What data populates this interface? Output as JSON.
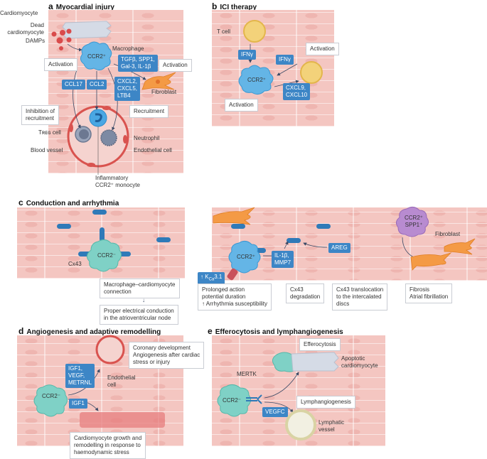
{
  "colors": {
    "tissue": "#f4c6c1",
    "tag_blue": "#3d86c6",
    "macrophage_ccr2_pos": "#64b5e6",
    "macrophage_ccr2_neg": "#7fd1c6",
    "spp1_macrophage": "#b88bd0",
    "fibroblast": "#f49a45",
    "t_cell": "#f3d27a",
    "vessel": "#d9534f",
    "lymphatic": "#d9d3a4",
    "connexin": "#2f7ab8"
  },
  "panels": {
    "a": {
      "letter": "a",
      "title": "Myocardial injury",
      "labels": {
        "cardiomyocyte": "Cardiomyocyte",
        "dead_cardiomyocyte": "Dead\ncardiomyocyte",
        "damps": "DAMPs",
        "macrophage": "Macrophage",
        "ccr2": "CCR2⁺",
        "fibroblast": "Fibroblast",
        "treg_cell": "Tʀᴇɢ cell",
        "neutrophil": "Neutrophil",
        "blood_vessel": "Blood vessel",
        "endothelial_cell": "Endothelial cell",
        "monocyte": "Inflammatory\nCCR2⁺ monocyte"
      },
      "callouts": {
        "activation_left": "Activation",
        "activation_right": "Activation",
        "inhibition": "Inhibition of\nrecruitment",
        "recruitment": "Recruitment"
      },
      "tags": {
        "tgfb": "TGFβ, SPP1,\nGal-3, IL-1β",
        "ccl17": "CCL17",
        "ccl2": "CCL2",
        "cxcl": "CXCL2,\nCXCL5,\nLTB4"
      }
    },
    "b": {
      "letter": "b",
      "title": "ICI therapy",
      "labels": {
        "t_cell": "T cell",
        "ccr2": "CCR2⁺"
      },
      "callouts": {
        "activation_top": "Activation",
        "activation_bottom": "Activation"
      },
      "tags": {
        "ifng_left": "IFNγ",
        "ifng_right": "IFNγ",
        "cxcl": "CXCL9,\nCXCL10"
      }
    },
    "c": {
      "letter": "c",
      "title": "Conduction and arrhythmia",
      "labels": {
        "ccr2_neg": "CCR2⁻",
        "cx43": "Cx43",
        "ccr2_pos": "CCR2⁺",
        "ccr2_spp1": "CCR2⁺\nSPP1⁺",
        "fibroblast": "Fibroblast"
      },
      "callouts": {
        "connection": "Macrophage–cardiomyocyte\nconnection",
        "conduction": "Proper electrical conduction\nin the atrioventricular node",
        "prolonged": "Prolonged action\npotential duration\n↑ Arrhythmia susceptibility",
        "degradation": "Cx43\ndegradation",
        "translocation": "Cx43 translocation\nto the intercalated\ndiscs",
        "fibrosis": "Fibrosis\nAtrial fibrillation"
      },
      "tags": {
        "kca_prefix": "↑ K",
        "kca_sub": "Ca",
        "kca_suffix": "3.1",
        "il1b": "IL-1β,\nMMP7",
        "areg": "AREG"
      }
    },
    "d": {
      "letter": "d",
      "title": "Angiogenesis and adaptive remodelling",
      "labels": {
        "ccr2": "CCR2⁻",
        "endothelial": "Endothelial\ncell"
      },
      "callouts": {
        "coronary": "Coronary development\nAngiogenesis after cardiac\nstress or injury",
        "growth": "Cardiomyocyte growth and\nremodelling in response to\nhaemodynamic stress"
      },
      "tags": {
        "igf_vegf": "IGF1,\nVEGF,\nMETRNL",
        "igf1": "IGF1"
      }
    },
    "e": {
      "letter": "e",
      "title": "Efferocytosis and lymphangiogenesis",
      "labels": {
        "ccr2": "CCR2⁻",
        "mertk": "MERTK",
        "apoptotic": "Apoptotic\ncardiomyocyte",
        "lymphatic": "Lymphatic\nvessel"
      },
      "callouts": {
        "efferocytosis": "Efferocytosis",
        "lymphangiogenesis": "Lymphangiogenesis"
      },
      "tags": {
        "vegfc": "VEGFC"
      }
    }
  }
}
